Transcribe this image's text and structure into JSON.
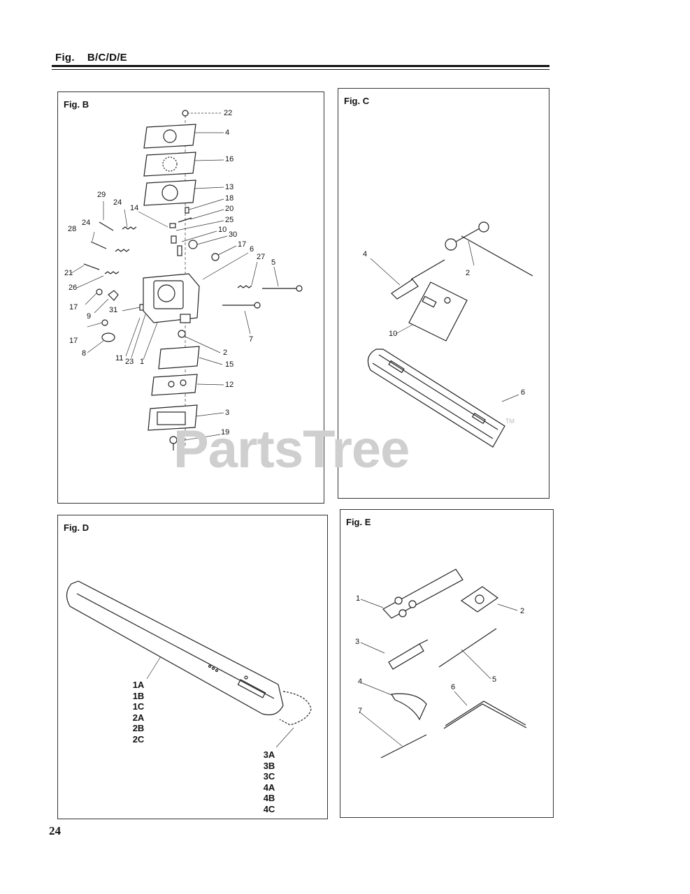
{
  "header": {
    "fig_prefix": "Fig.",
    "fig_ids": "B/C/D/E"
  },
  "watermark": {
    "text": "PartsTree",
    "tm": "TM"
  },
  "page_number": "24",
  "panels": {
    "b": {
      "title": "Fig. B",
      "callouts": [
        "22",
        "4",
        "16",
        "13",
        "18",
        "20",
        "25",
        "10",
        "30",
        "17",
        "6",
        "27",
        "5",
        "29",
        "24",
        "14",
        "28",
        "24",
        "21",
        "26",
        "17",
        "9",
        "31",
        "17",
        "8",
        "11",
        "23",
        "1",
        "2",
        "15",
        "12",
        "3",
        "19",
        "7"
      ]
    },
    "c": {
      "title": "Fig. C",
      "callouts": [
        "4",
        "2",
        "10",
        "6"
      ]
    },
    "d": {
      "title": "Fig. D",
      "bar_labels": [
        "1A",
        "1B",
        "1C",
        "2A",
        "2B",
        "2C"
      ],
      "chain_labels": [
        "3A",
        "3B",
        "3C",
        "4A",
        "4B",
        "4C"
      ]
    },
    "e": {
      "title": "Fig. E",
      "callouts": [
        "1",
        "2",
        "3",
        "5",
        "4",
        "6",
        "7"
      ]
    }
  }
}
